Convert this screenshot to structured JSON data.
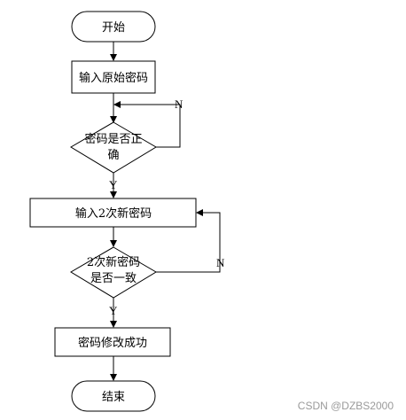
{
  "nodes": {
    "start": "开始",
    "input_old": "输入原始密码",
    "check_old_line1": "密码是否正",
    "check_old_line2": "确",
    "input_new": "输入2次新密码",
    "check_new_line1": "2次新密码",
    "check_new_line2": "是否一致",
    "success": "密码修改成功",
    "end": "结束"
  },
  "edges": {
    "check_old_no": "N",
    "check_old_yes": "Y",
    "check_new_no": "N",
    "check_new_yes": "Y"
  },
  "watermark": "CSDN @DZBS2000"
}
